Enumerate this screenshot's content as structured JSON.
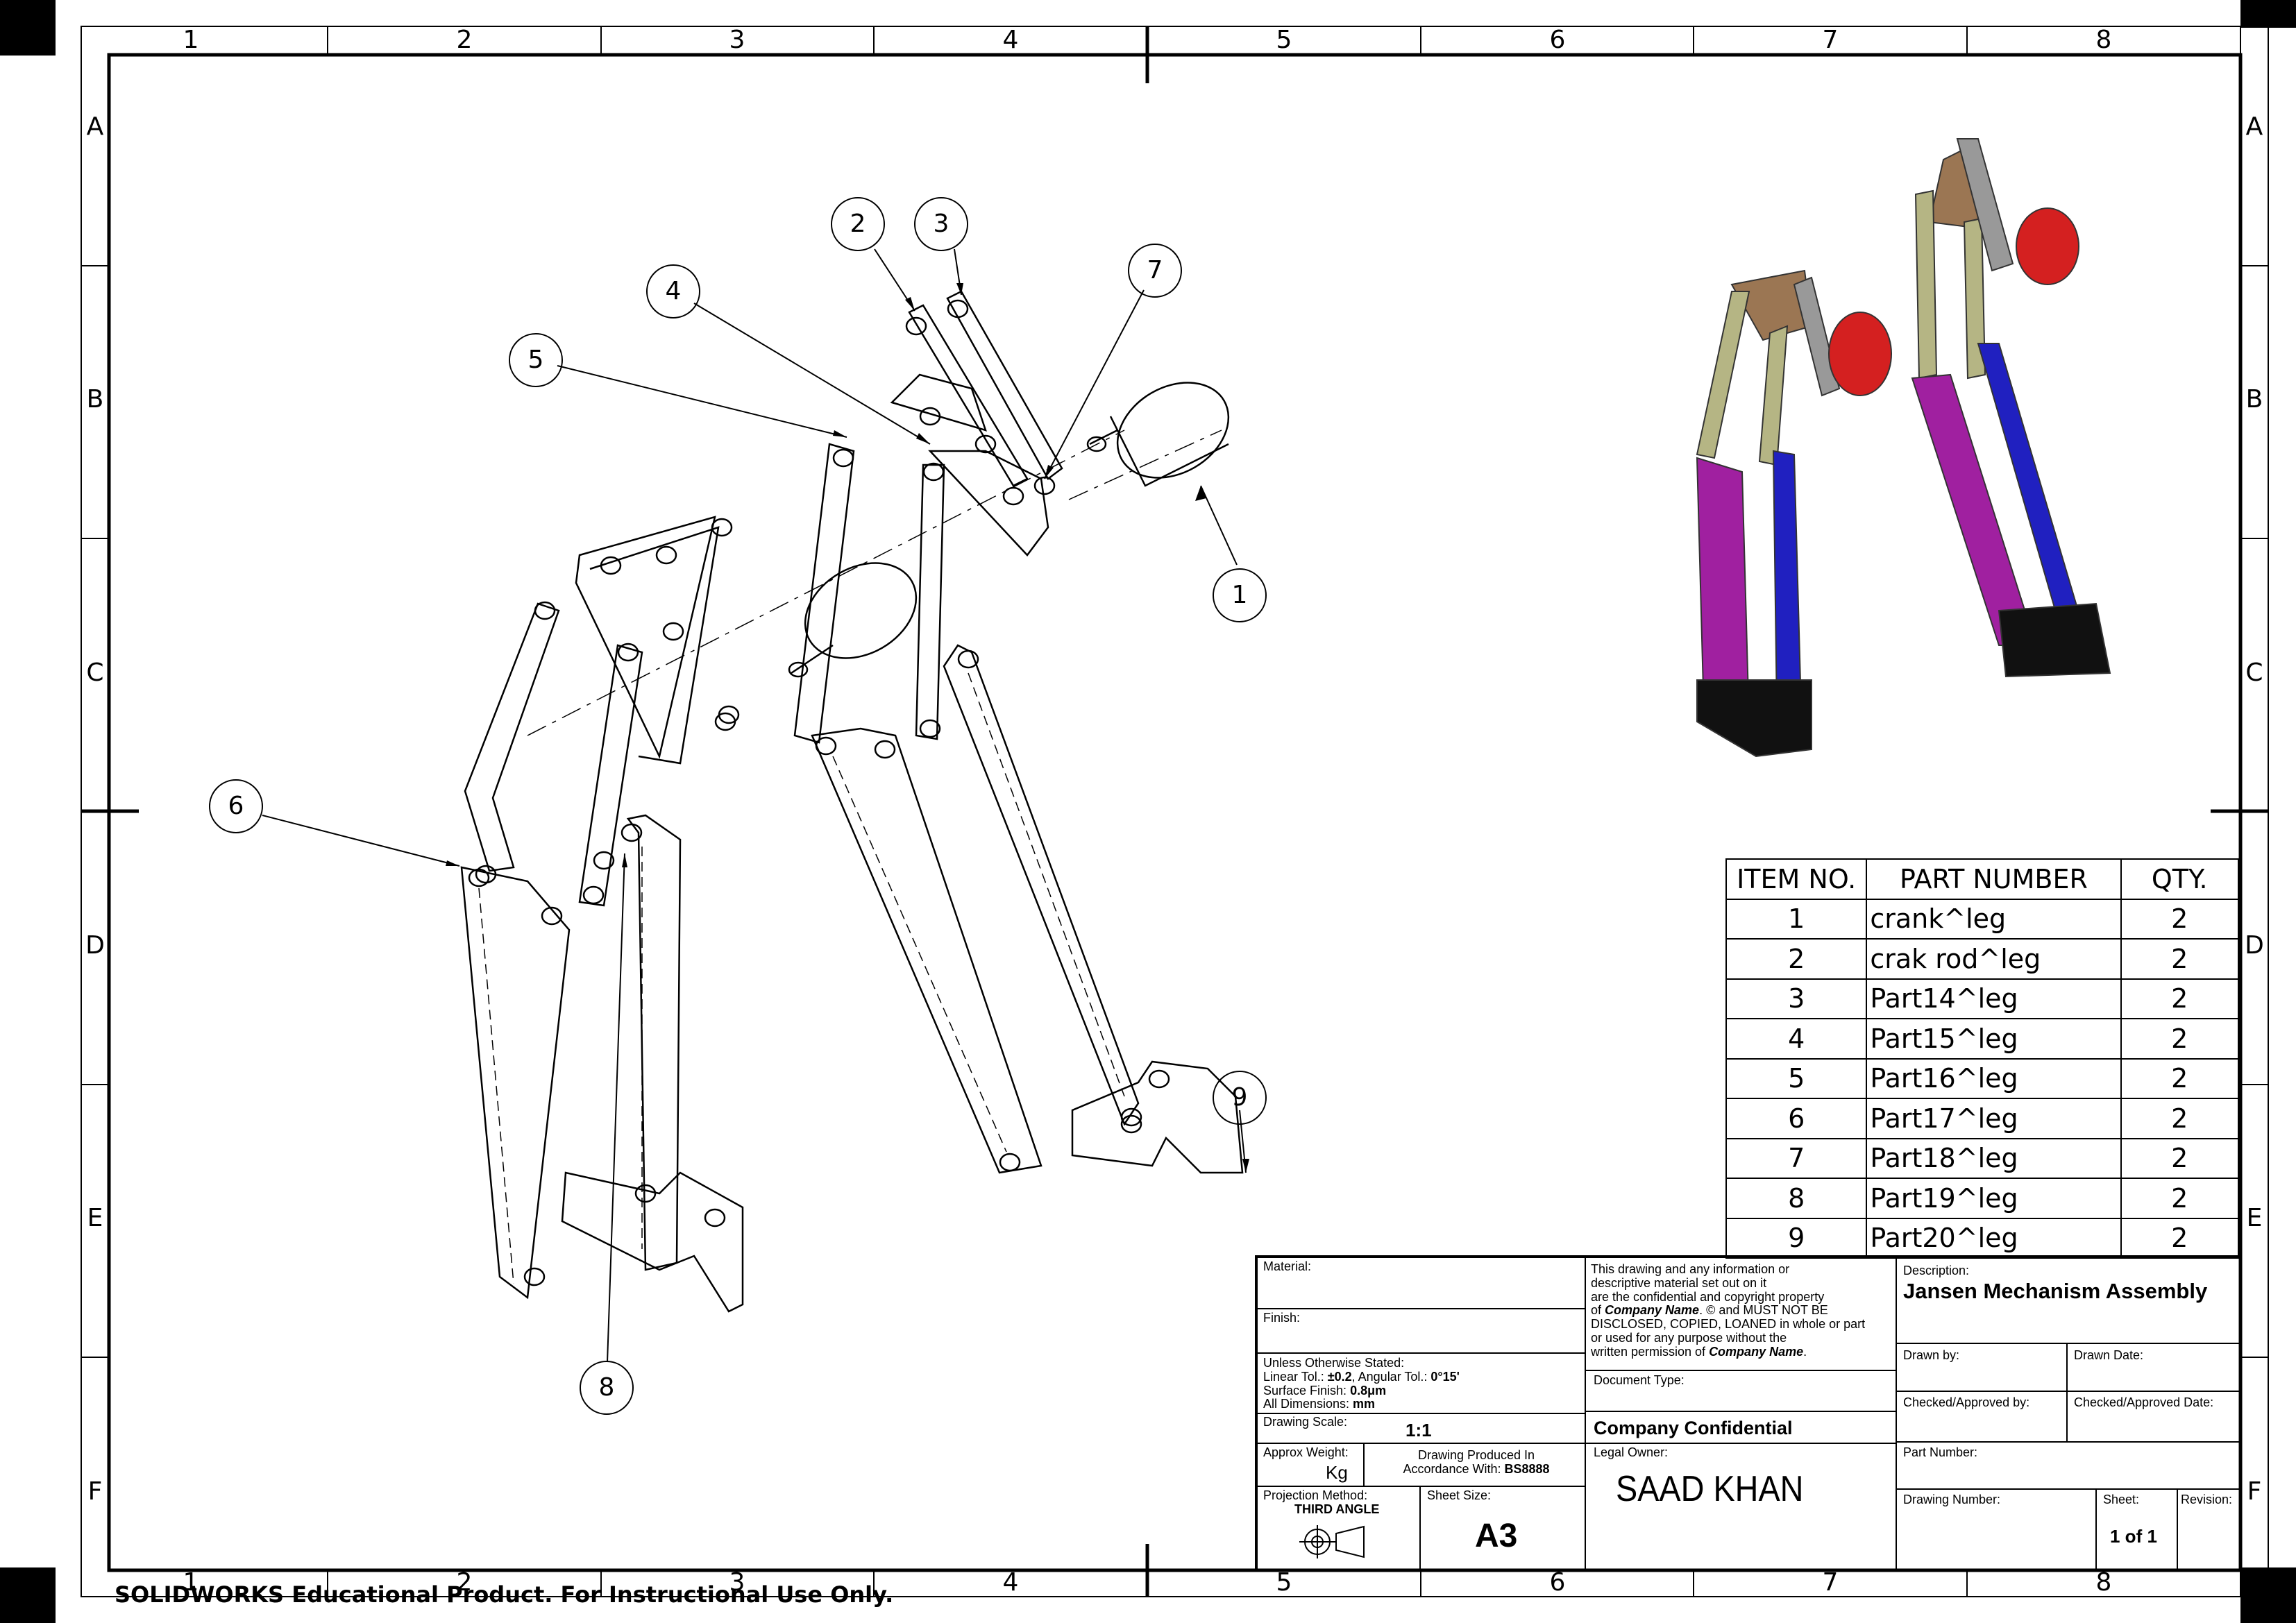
{
  "sheet": {
    "zone_columns": [
      "1",
      "2",
      "3",
      "4",
      "5",
      "6",
      "7",
      "8"
    ],
    "zone_rows": [
      "A",
      "B",
      "C",
      "D",
      "E",
      "F"
    ],
    "watermark": "SOLIDWORKS Educational Product. For Instructional Use Only."
  },
  "balloons": [
    "1",
    "2",
    "3",
    "4",
    "5",
    "6",
    "7",
    "8",
    "9"
  ],
  "bom": {
    "headers": {
      "item": "ITEM NO.",
      "part": "PART NUMBER",
      "qty": "QTY."
    },
    "rows": [
      {
        "item": "1",
        "part": "crank^leg",
        "qty": "2"
      },
      {
        "item": "2",
        "part": "crak rod^leg",
        "qty": "2"
      },
      {
        "item": "3",
        "part": "Part14^leg",
        "qty": "2"
      },
      {
        "item": "4",
        "part": "Part15^leg",
        "qty": "2"
      },
      {
        "item": "5",
        "part": "Part16^leg",
        "qty": "2"
      },
      {
        "item": "6",
        "part": "Part17^leg",
        "qty": "2"
      },
      {
        "item": "7",
        "part": "Part18^leg",
        "qty": "2"
      },
      {
        "item": "8",
        "part": "Part19^leg",
        "qty": "2"
      },
      {
        "item": "9",
        "part": "Part20^leg",
        "qty": "2"
      }
    ]
  },
  "title_block": {
    "material_label": "Material:",
    "finish_label": "Finish:",
    "unless": "Unless Otherwise Stated:",
    "linear_tol_label": "Linear Tol.: ",
    "linear_tol_value": "±0.2",
    "angular_tol_label": ", Angular Tol.: ",
    "angular_tol_value": "0°15'",
    "surface_label": "Surface Finish: ",
    "surface_value": "0.8μm",
    "dims_label": "All Dimensions: ",
    "dims_value": "mm",
    "scale_label": "Drawing Scale:",
    "scale_value": "1:1",
    "weight_label": "Approx Weight:",
    "weight_unit": "Kg",
    "produced_line1": "Drawing Produced In",
    "produced_line2": "Accordance With: ",
    "produced_std": "BS8888",
    "projection_label": "Projection Method:",
    "projection_value": "THIRD ANGLE",
    "sheet_size_label": "Sheet Size:",
    "sheet_size_value": "A3",
    "confidential_1": "This drawing and any information or",
    "confidential_2": "descriptive material set out on it",
    "confidential_3": "are the confidential and copyright property",
    "confidential_4a": "of ",
    "confidential_4b": "Company Name",
    "confidential_4c": ". © and MUST NOT BE",
    "confidential_5": "DISCLOSED, COPIED, LOANED in whole or part",
    "confidential_6": "or used for any purpose without the",
    "confidential_7a": "written permission of ",
    "confidential_7b": "Company Name",
    "confidential_7c": ".",
    "doc_type_label": "Document Type:",
    "company_confidential": "Company Confidential",
    "legal_owner_label": "Legal Owner:",
    "legal_owner_value": "SAAD KHAN",
    "description_label": "Description:",
    "description_value": "Jansen Mechanism Assembly",
    "drawn_by_label": "Drawn by:",
    "drawn_date_label": "Drawn Date:",
    "checked_label": "Checked/Approved by:",
    "checked_date_label": "Checked/Approved Date:",
    "part_number_label": "Part Number:",
    "drawing_number_label": "Drawing Number:",
    "sheet_label": "Sheet:",
    "sheet_value": "1 of 1",
    "revision_label": "Revision:"
  }
}
